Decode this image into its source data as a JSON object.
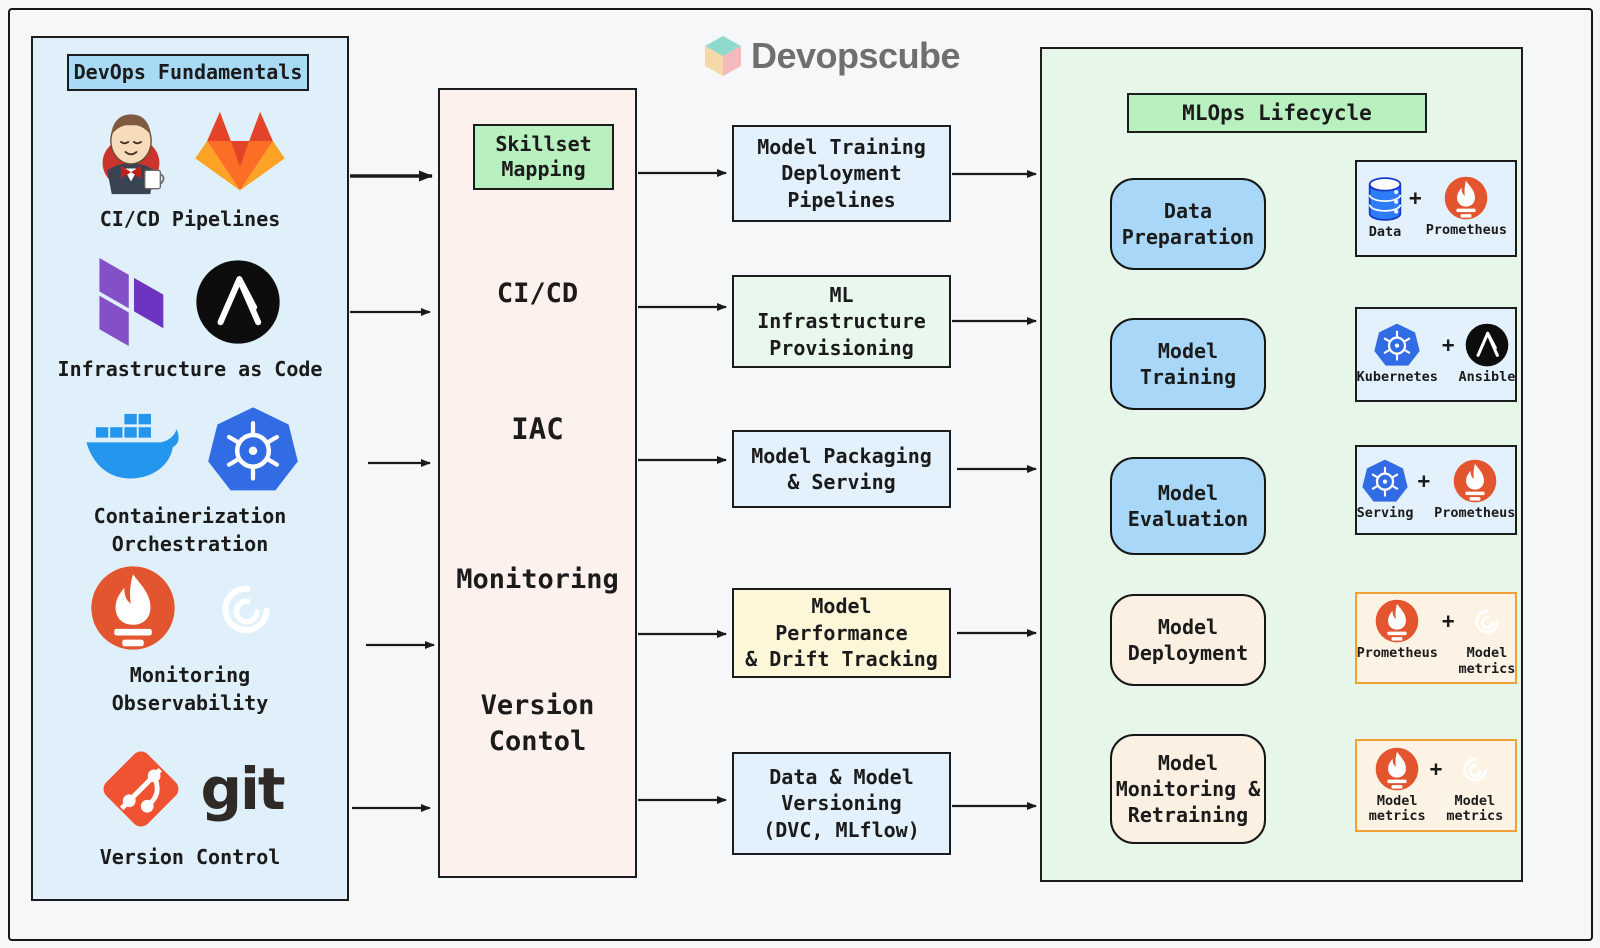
{
  "plus": "+",
  "logo": {
    "text": "Devopscube",
    "cube_colors": {
      "top": "#8fd9ce",
      "left": "#f4d9a6",
      "right": "#f3b9bb"
    }
  },
  "left_panel": {
    "title": "DevOps Fundamentals",
    "groups": [
      {
        "icons": [
          "jenkins-icon",
          "gitlab-icon"
        ],
        "label_lines": [
          "CI/CD Pipelines"
        ]
      },
      {
        "icons": [
          "terraform-icon",
          "ansible-icon"
        ],
        "label_lines": [
          "Infrastructure as Code"
        ]
      },
      {
        "icons": [
          "docker-icon",
          "kubernetes-icon"
        ],
        "label_lines": [
          "Containerization",
          "Orchestration"
        ]
      },
      {
        "icons": [
          "prometheus-icon",
          "grafana-icon"
        ],
        "label_lines": [
          "Monitoring",
          "Observability"
        ]
      },
      {
        "icons": [
          "git-icon"
        ],
        "wordmark": "git",
        "label_lines": [
          "Version Control"
        ]
      }
    ]
  },
  "skill_column": {
    "title_lines": [
      "Skillset",
      "Mapping"
    ],
    "items": [
      [
        "CI/CD"
      ],
      [
        "IAC"
      ],
      [
        "Monitoring"
      ],
      [
        "Version",
        "Contol"
      ]
    ]
  },
  "mapping_boxes": [
    {
      "lines": [
        "Model Training",
        "Deployment",
        "Pipelines"
      ],
      "color": "#e3f1fc"
    },
    {
      "lines": [
        "ML",
        "Infrastructure",
        "Provisioning"
      ],
      "color": "#e9f8ec"
    },
    {
      "lines": [
        "Model Packaging",
        "& Serving"
      ],
      "color": "#e3f1fc"
    },
    {
      "lines": [
        "Model",
        "Performance",
        "& Drift Tracking"
      ],
      "color": "#fdf6d8"
    },
    {
      "lines": [
        "Data & Model",
        "Versioning",
        "(DVC, MLflow)"
      ],
      "color": "#e3f1fc"
    }
  ],
  "mlops_panel": {
    "title": "MLOps Lifecycle",
    "nodes": [
      {
        "lines": [
          "Data",
          "Preparation"
        ],
        "style": "blue"
      },
      {
        "lines": [
          "Model",
          "Training"
        ],
        "style": "blue"
      },
      {
        "lines": [
          "Model",
          "Evaluation"
        ],
        "style": "blue"
      },
      {
        "lines": [
          "Model",
          "Deployment"
        ],
        "style": "cream"
      },
      {
        "lines": [
          "Model",
          "Monitoring &",
          "Retraining"
        ],
        "style": "cream"
      }
    ],
    "tool_boxes": [
      {
        "style": "blue",
        "left": {
          "icon": "database-icon",
          "caption_lines": [
            "Data"
          ]
        },
        "right": {
          "icon": "prometheus-icon",
          "caption_lines": [
            "Prometheus"
          ]
        }
      },
      {
        "style": "blue",
        "left": {
          "icon": "kubernetes-icon",
          "caption_lines": [
            "Kubernetes"
          ]
        },
        "right": {
          "icon": "ansible-icon",
          "caption_lines": [
            "Ansible"
          ]
        }
      },
      {
        "style": "blue",
        "left": {
          "icon": "kubernetes-icon",
          "caption_lines": [
            "Serving"
          ]
        },
        "right": {
          "icon": "prometheus-icon",
          "caption_lines": [
            "Prometheus"
          ]
        }
      },
      {
        "style": "orange",
        "left": {
          "icon": "prometheus-icon",
          "caption_lines": [
            "Prometheus"
          ]
        },
        "right": {
          "icon": "grafana-icon",
          "caption_lines": [
            "Model",
            "metrics"
          ]
        }
      },
      {
        "style": "orange",
        "left": {
          "icon": "prometheus-icon",
          "caption_lines": [
            "Model",
            "metrics"
          ]
        },
        "right": {
          "icon": "grafana-icon",
          "caption_lines": [
            "Model",
            "metrics"
          ]
        }
      }
    ]
  },
  "colors": {
    "left_panel_bg": "#e0f0fb",
    "left_chip_bg": "#a9daf5",
    "skill_col_bg": "#fdf1ee",
    "green_chip_bg": "#b9f0bf",
    "mlops_panel_bg": "#e6f6e9",
    "node_blue": "#a8d7f7",
    "node_cream": "#fbf0e2",
    "tool_box_blue": "#e3f1fc",
    "tool_box_cream": "#fdf3e4",
    "tool_box_orange_border": "#f0a135",
    "arrow": "#1a1a1a",
    "logo_gray": "#6f6f6f"
  }
}
